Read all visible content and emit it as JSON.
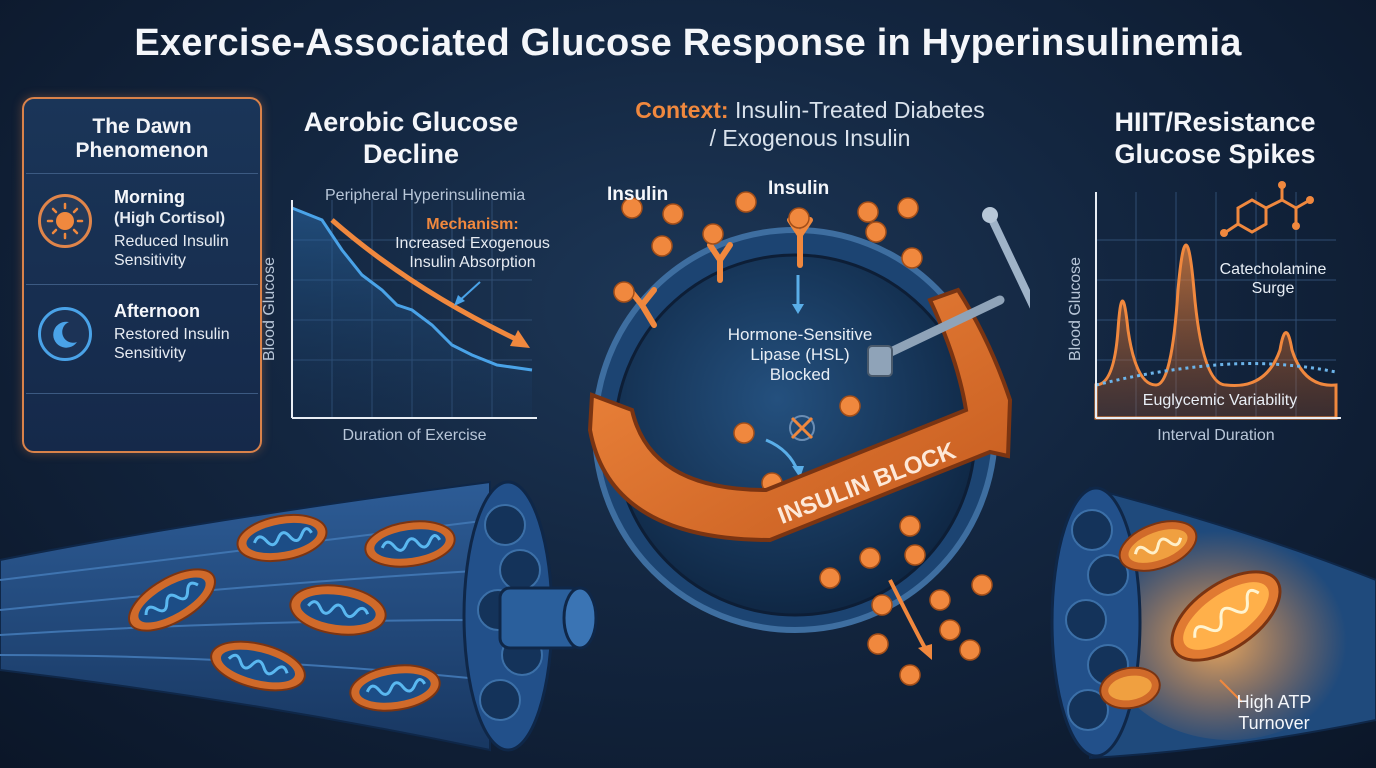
{
  "title": "Exercise-Associated Glucose Response in Hyperinsulinemia",
  "dawn": {
    "heading_line1": "The Dawn",
    "heading_line2": "Phenomenon",
    "morning_label": "Morning",
    "morning_sub": "(High Cortisol)",
    "morning_effect_line1": "Reduced Insulin",
    "morning_effect_line2": "Sensitivity",
    "afternoon_label": "Afternoon",
    "afternoon_effect_line1": "Restored Insulin",
    "afternoon_effect_line2": "Sensitivity",
    "icons": [
      "sun-icon",
      "moon-icon"
    ]
  },
  "aerobic": {
    "title_line1": "Aerobic Glucose",
    "title_line2": "Decline",
    "top_label": "Peripheral Hyperinsulinemia",
    "mechanism_label": "Mechanism:",
    "mechanism_line1": "Increased Exogenous",
    "mechanism_line2": "Insulin Absorption",
    "ylabel": "Blood Glucose",
    "xlabel": "Duration of Exercise"
  },
  "context": {
    "prefix": "Context:",
    "line1": "Insulin-Treated Diabetes",
    "line2": "/ Exogenous Insulin",
    "insulin_label_top": "Insulin",
    "insulin_label_left": "Insulin",
    "hsl_line1": "Hormone-Sensitive",
    "hsl_line2": "Lipase (HSL)",
    "hsl_line3": "Blocked",
    "clamp_label": "INSULIN BLOCK"
  },
  "hiit": {
    "title_line1": "HIIT/Resistance",
    "title_line2": "Glucose Spikes",
    "catecholamine_line1": "Catecholamine",
    "catecholamine_line2": "Surge",
    "euglycemic_label": "Euglycemic Variability",
    "ylabel": "Blood Glucose",
    "xlabel": "Interval Duration"
  },
  "atp": {
    "line1": "High ATP",
    "line2": "Turnover"
  },
  "colors": {
    "accent_orange": "#f0883e",
    "line_blue": "#4aa3e8",
    "panel_border": "#d9824a",
    "background": "#132640"
  }
}
